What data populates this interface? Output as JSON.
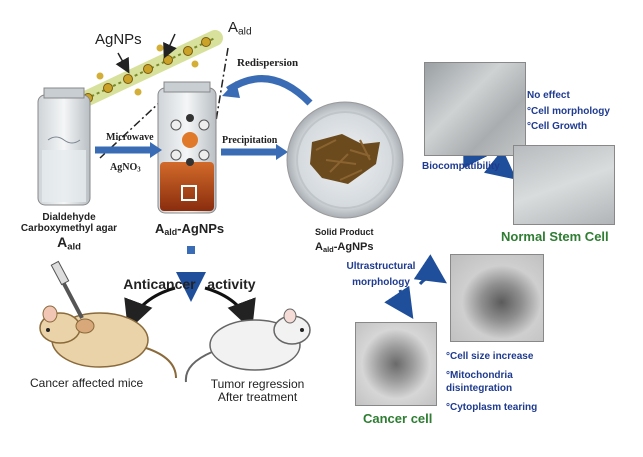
{
  "labels": {
    "agnps": "AgNPs",
    "a_ald_top": "A",
    "a_ald_top_sub": "ald",
    "redispersion": "Redispersion",
    "microwave": "Microwave",
    "agno3": "AgNO",
    "agno3_sub": "3",
    "precipitation": "Precipitation",
    "dialdehyde_1": "Dialdehyde",
    "dialdehyde_2": "Carboxymethyl agar",
    "a_ald": "A",
    "a_ald_sub": "ald",
    "product_main": "A",
    "product_main_sub": "ald",
    "product_main_rest": "-AgNPs",
    "solid_product": "Solid Product",
    "solid_a": "A",
    "solid_a_sub": "ald",
    "solid_rest": "-AgNPs",
    "anticancer": "Anticancer   activity",
    "cancer_mice": "Cancer affected mice",
    "tumor_1": "Tumor regression",
    "tumor_2": "After treatment",
    "no_effect": "No effect",
    "cell_morph": "°Cell morphology",
    "cell_growth": "°Cell Growth",
    "biocompat": "Biocompatibility",
    "normal_stem": "Normal Stem Cell",
    "ultra_1": "Ultrastructural",
    "ultra_2": "morphology",
    "cell_size": "°Cell size increase",
    "mito_1": "°Mitochondria",
    "mito_2": "disintegration",
    "cyto": "°Cytoplasm tearing",
    "cancer_cell": "Cancer cell"
  },
  "colors": {
    "blue_text": "#1f3b8f",
    "green_text": "#2e7d32",
    "arrow_blue": "#3a6cb5",
    "liquid_brown": "#a8431a"
  }
}
